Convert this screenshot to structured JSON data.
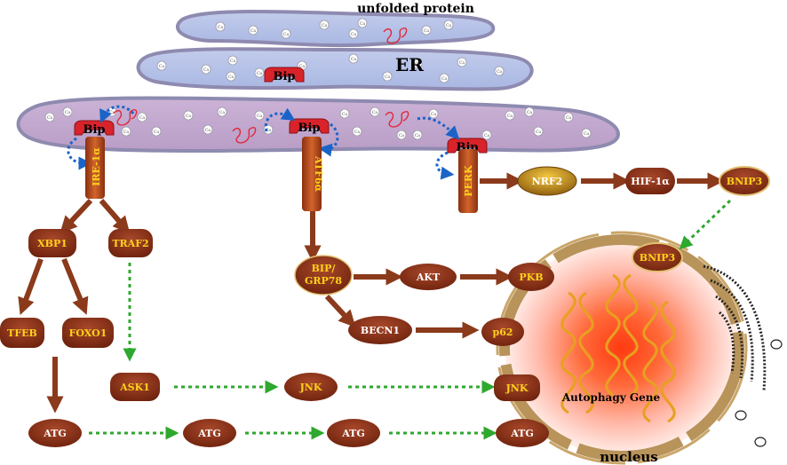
{
  "labels": {
    "unfolded_protein": "unfolded protein",
    "er": "ER",
    "nucleus": "nucleus",
    "autophagy_gene": "Autophagy Gene",
    "ca": "Ca"
  },
  "chaperone": {
    "bip": "Bip"
  },
  "sensors": {
    "ire1a": "IRE-1α",
    "atf6a": "ATF6α",
    "perk": "PERK"
  },
  "nodes": {
    "nrf2": "NRF2",
    "hif1a": "HIF-1α",
    "bnip3": "BNIP3",
    "bnip3_nuclear": "BNIP3",
    "xbp1": "XBP1",
    "traf2": "TRAF2",
    "bip_grp78_line1": "BIP/",
    "bip_grp78_line2": "GRP78",
    "akt": "AKT",
    "pkb": "PKB",
    "becn1": "BECN1",
    "p62": "p62",
    "tfeb": "TFEB",
    "foxo1": "FOXO1",
    "ask1": "ASK1",
    "jnk": "JNK",
    "jnk_nuclear": "JNK",
    "atg_1": "ATG",
    "atg_2": "ATG",
    "atg_3": "ATG",
    "atg_4": "ATG"
  },
  "colors": {
    "er_upper": "#b3c0e6",
    "er_lower": "#c9b0d3",
    "er_outline": "#8e8ab0",
    "node_fill": "#8a2e14",
    "node_text": "#ffd21a",
    "arrow_brown": "#8b3a1c",
    "arrow_green": "#2ea82e",
    "arrow_blue": "#1a64c8",
    "bip_red": "#d8232a",
    "sensor_orange": "#b8481c",
    "nucleus_ring": "#b8935a",
    "gene_gold": "#e8a020"
  }
}
